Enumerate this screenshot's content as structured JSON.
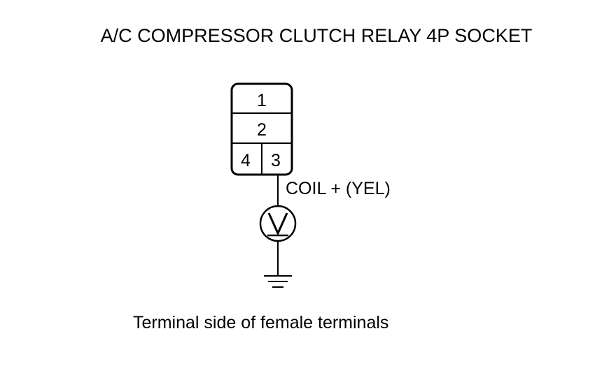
{
  "title": "A/C COMPRESSOR CLUTCH RELAY 4P SOCKET",
  "connector": {
    "terminals": [
      "1",
      "2",
      "4",
      "3"
    ]
  },
  "wire_label": "COIL +  (YEL)",
  "meter_symbol": "V",
  "caption": "Terminal side of female terminals"
}
